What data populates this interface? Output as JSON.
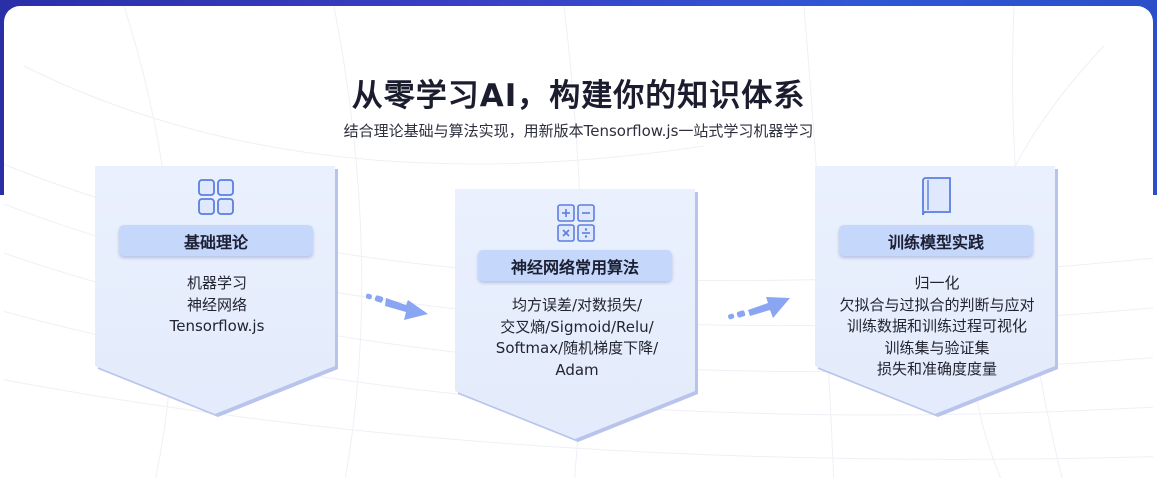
{
  "header": {
    "title": "从零学习AI，构建你的知识体系",
    "subtitle": "结合理论基础与算法实现，用新版本Tensorflow.js一站式学习机器学习"
  },
  "panels": [
    {
      "icon": "grid-icon",
      "label": "基础理论",
      "items": [
        "机器学习",
        "神经网络",
        "Tensorflow.js"
      ]
    },
    {
      "icon": "calculator-icon",
      "label": "神经网络常用算法",
      "items": [
        "均方误差/对数损失/",
        "交叉熵/Sigmoid/Relu/",
        "Softmax/随机梯度下降/",
        "Adam"
      ]
    },
    {
      "icon": "book-icon",
      "label": "训练模型实践",
      "items": [
        "归一化",
        "欠拟合与过拟合的判断与应对",
        "训练数据和训练过程可视化",
        "训练集与验证集",
        "损失和准确度度量"
      ]
    }
  ],
  "colors": {
    "header_band": "#3b3fc4",
    "panel_fill": "#e8effd",
    "pill_fill": "#c5d8fb",
    "icon_stroke": "#5b7fe0",
    "arrow": "#7f9ef0"
  }
}
